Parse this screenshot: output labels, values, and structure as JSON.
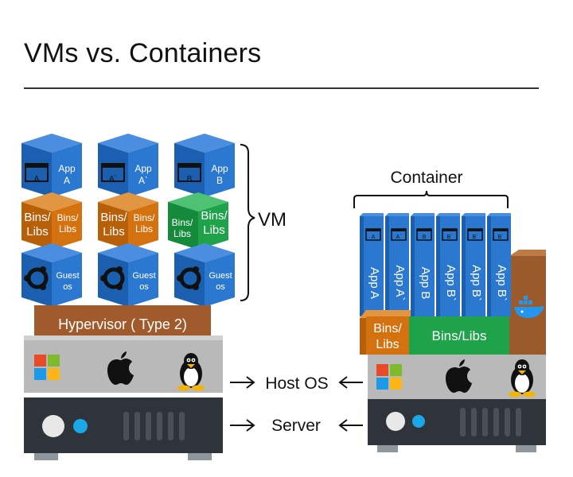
{
  "title": "VMs vs. Containers",
  "vm_side": {
    "vms": [
      {
        "app": "App",
        "app_name": "A",
        "window_letter": "A",
        "bins": "Bins/",
        "libs": "Libs",
        "bins_side": "Bins/",
        "libs_side": "Libs",
        "guest": "Guest",
        "os": "os"
      },
      {
        "app": "App",
        "app_name": "A`",
        "window_letter": "A`",
        "bins": "Bins/",
        "libs": "Libs",
        "bins_side": "Bins/",
        "libs_side": "Libs",
        "guest": "Guest",
        "os": "os"
      },
      {
        "app": "App",
        "app_name": "B",
        "window_letter": "B",
        "bins": "Bins/",
        "libs": "Libs",
        "bins_side": "Bins/",
        "libs_side": "Libs",
        "guest": "Guest",
        "os": "os"
      }
    ],
    "vm_label": "VM",
    "hypervisor": "Hypervisor ( Type 2)"
  },
  "container_side": {
    "label": "Container",
    "apps": [
      {
        "window_letter": "A",
        "label": "App A"
      },
      {
        "window_letter": "A`",
        "label": "App A`"
      },
      {
        "window_letter": "B",
        "label": "App B"
      },
      {
        "window_letter": "B`",
        "label": "App B`"
      },
      {
        "window_letter": "B`",
        "label": "App B`"
      },
      {
        "window_letter": "B`",
        "label": "App B`"
      }
    ],
    "bins_small_1": "Bins/",
    "bins_small_2": "Libs",
    "bins_large": "Bins/Libs"
  },
  "middle": {
    "host_os": "Host OS",
    "server": "Server"
  },
  "colors": {
    "blue": "#1f6fc5",
    "orange": "#d4720f",
    "green": "#1ea34a",
    "docker_brown": "#9b5a2b",
    "gray_panel": "#b9b9b9",
    "dark_panel": "#2f343a"
  },
  "icons": [
    "windows-logo-icon",
    "apple-logo-icon",
    "linux-tux-icon",
    "docker-whale-icon",
    "ubuntu-logo-icon",
    "app-window-icon",
    "arrow-right-icon",
    "arrow-left-icon"
  ]
}
